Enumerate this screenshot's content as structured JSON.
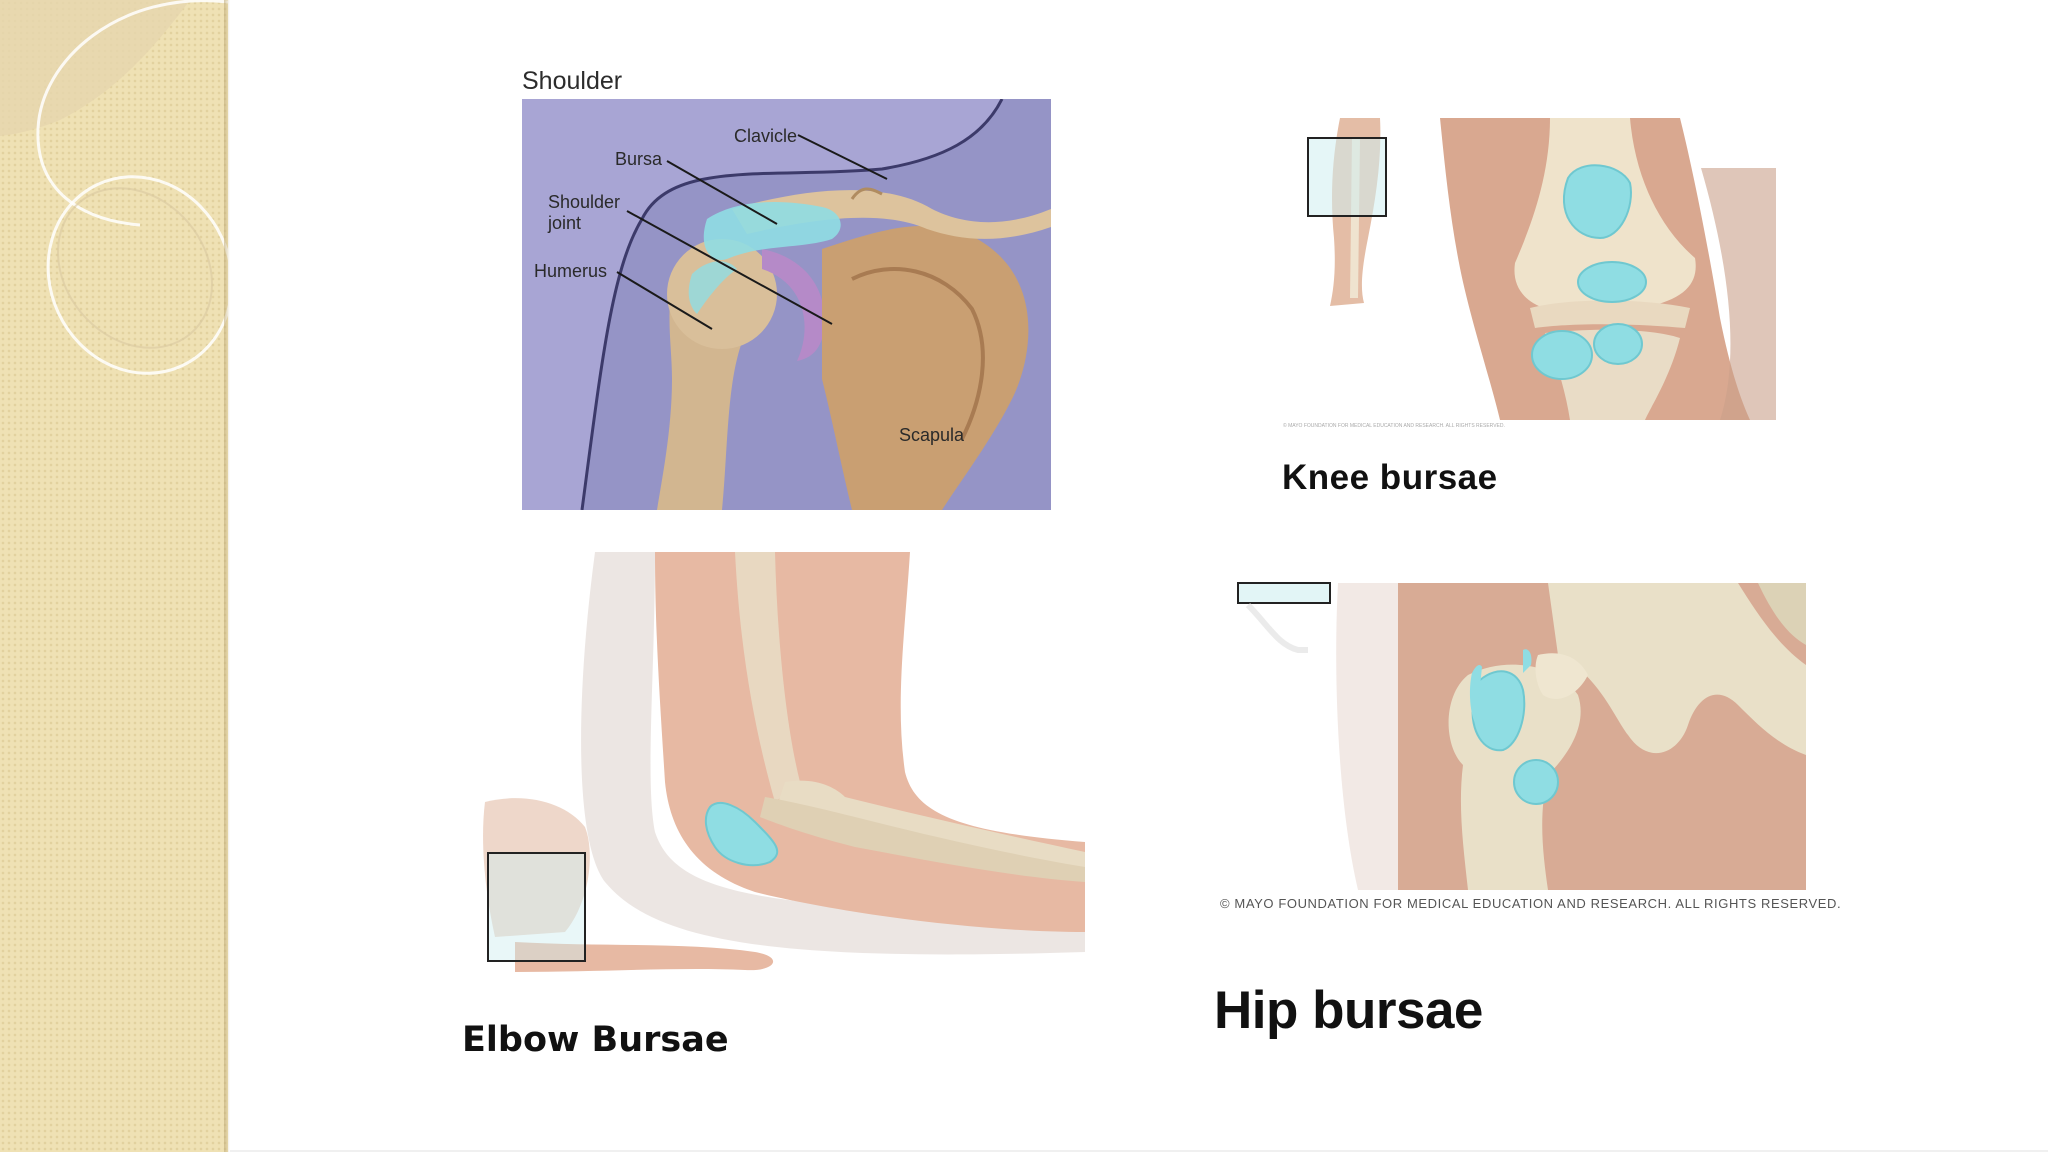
{
  "shoulder": {
    "title": "Shoulder",
    "labels": {
      "clavicle": "Clavicle",
      "bursa": "Bursa",
      "shoulder_joint_1": "Shoulder",
      "shoulder_joint_2": "joint",
      "humerus": "Humerus",
      "scapula": "Scapula"
    }
  },
  "knee": {
    "caption": "Knee bursae",
    "copyright": "© MAYO FOUNDATION FOR MEDICAL EDUCATION AND RESEARCH. ALL RIGHTS RESERVED."
  },
  "elbow": {
    "caption": "Elbow Bursae"
  },
  "hip": {
    "caption": "Hip bursae",
    "copyright": "© MAYO FOUNDATION FOR MEDICAL EDUCATION AND RESEARCH. ALL RIGHTS RESERVED."
  },
  "colors": {
    "sidebar": "#efe1b4",
    "bursa": "#8fdde3",
    "bone": "#dcc9a4",
    "skin": "#e3b79f",
    "shoulder_bg": "#a8a5d4"
  }
}
